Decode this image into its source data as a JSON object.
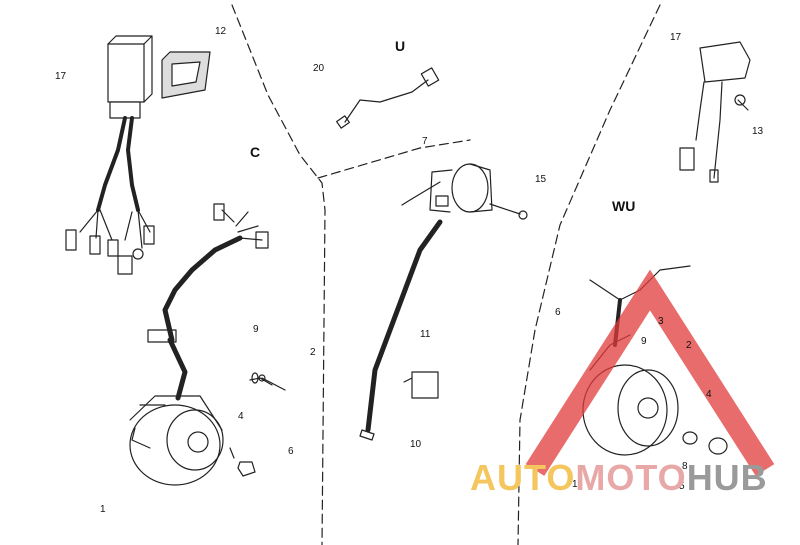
{
  "sections": {
    "c": "C",
    "u": "U",
    "wu": "WU"
  },
  "callouts": {
    "c_17": "17",
    "c_12": "12",
    "c_9": "9",
    "c_2": "2",
    "c_4": "4",
    "c_6": "6",
    "c_1": "1",
    "u_20": "20",
    "u_7": "7",
    "u_15": "15",
    "u_11": "11",
    "u_10": "10",
    "wu_17": "17",
    "wu_13": "13",
    "wu_6": "6",
    "wu_3": "3",
    "wu_9": "9",
    "wu_2": "2",
    "wu_4": "4",
    "wu_8": "8",
    "wu_5": "5",
    "wu_1": "1"
  },
  "watermark": {
    "part1": "AUTO",
    "part2": "MOTO",
    "part3": "HUB",
    "color_yellow": "#f4c65d",
    "color_red": "#e23b3b",
    "color_gray": "#9a9a9a"
  }
}
